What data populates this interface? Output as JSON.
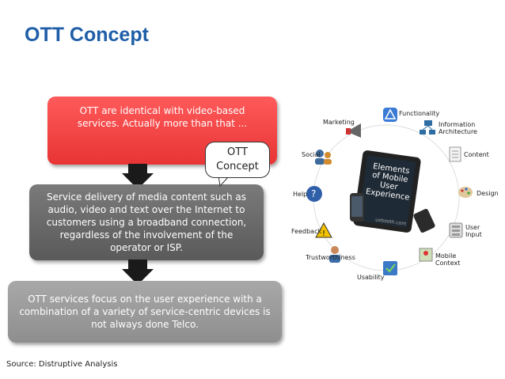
{
  "title": "OTT Concept",
  "boxes": {
    "top": "OTT are identical with video-based services. Actually more than that ...",
    "middle": "Service delivery of media content such as audio, video and text over the Internet to customers using a broadband connection, regardless of the involvement of the operator or ISP.",
    "bottom": "OTT services focus on the user experience with a combination of a variety of service-centric devices is not always done Telco."
  },
  "bubble": {
    "line1": "OTT",
    "line2": "Concept"
  },
  "source": "Source: Distruptive Analysis",
  "diagram": {
    "center": {
      "line1": "Elements",
      "line2": "of Mobile",
      "line3": "User",
      "line4": "Experience",
      "credit": "uxbooth.com"
    },
    "labels": {
      "functionality": "Functionality",
      "marketing": "Marketing",
      "information_architecture_1": "Information",
      "information_architecture_2": "Architecture",
      "social": "Social",
      "content": "Content",
      "help": "Help",
      "design": "Design",
      "feedback": "Feedback",
      "user_input_1": "User",
      "user_input_2": "Input",
      "trustworthiness": "Trustworthiness",
      "mobile_context_1": "Mobile",
      "mobile_context_2": "Context",
      "usability": "Usability"
    },
    "colors": {
      "arc": "#cccccc",
      "tablet": "#222222",
      "screen": "#1e2a35"
    }
  },
  "colors": {
    "title": "#1f5ea8",
    "box_red": "#f04545",
    "box_dark": "#666666",
    "box_grey": "#9a9a9a",
    "arrow": "#1a1a1a"
  }
}
